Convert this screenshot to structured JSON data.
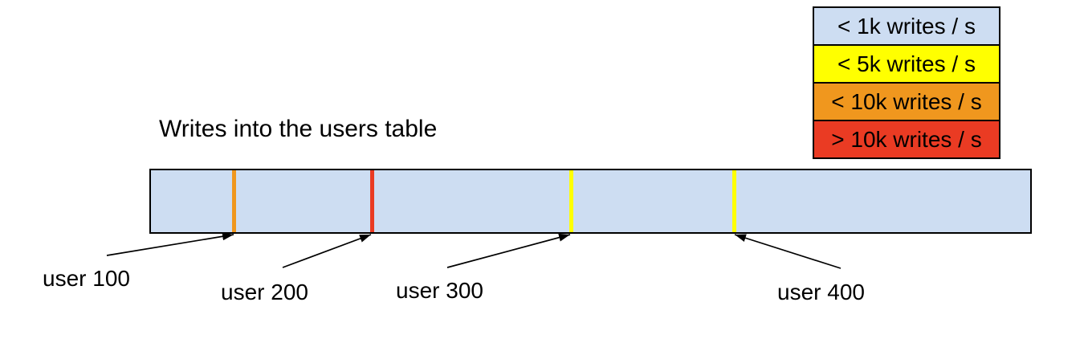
{
  "title": "Writes into the users table",
  "legend": {
    "items": [
      {
        "label": "< 1k writes / s",
        "color": "#cdddf2"
      },
      {
        "label": "< 5k writes / s",
        "color": "#ffff00"
      },
      {
        "label": "< 10k writes / s",
        "color": "#f0971e"
      },
      {
        "label": "> 10k writes / s",
        "color": "#ea3b23"
      }
    ]
  },
  "table_bar": {
    "fill": "#cdddf2",
    "border_color": "#000000",
    "ticks": [
      {
        "label": "user 100",
        "color": "#f0971e",
        "legend_match": "< 10k writes / s"
      },
      {
        "label": "user 200",
        "color": "#ea3b23",
        "legend_match": "> 10k writes / s"
      },
      {
        "label": "user 300",
        "color": "#ffff00",
        "legend_match": "< 5k writes / s"
      },
      {
        "label": "user 400",
        "color": "#ffff00",
        "legend_match": "< 5k writes / s"
      }
    ]
  }
}
